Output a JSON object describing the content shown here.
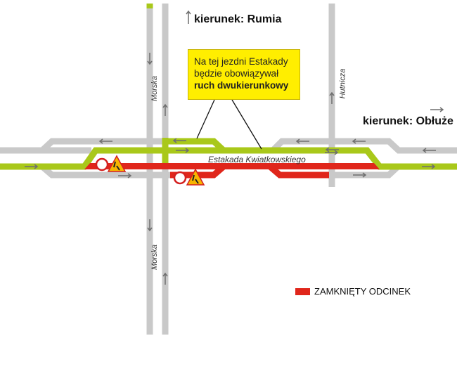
{
  "directions": {
    "north": "kierunek: Rumia",
    "east": "kierunek: Obłuże"
  },
  "streets": {
    "morska_top": "Morska",
    "morska_bottom": "Morska",
    "hutnicza": "Hutnicza",
    "estakada": "Estakada Kwiatkowskiego"
  },
  "callout": {
    "text_normal": "Na tej jezdni Estakady będzie obowiązywał",
    "text_bold_1": "ruch",
    "text_bold_2": "dwukierunkowy"
  },
  "legend": {
    "label": "ZAMKNIĘTY ODCINEK",
    "color": "#e0261b"
  },
  "colors": {
    "road": "#c9c9c9",
    "open_lane": "#a9c81a",
    "closed": "#e0261b",
    "callout": "#ffee00"
  }
}
